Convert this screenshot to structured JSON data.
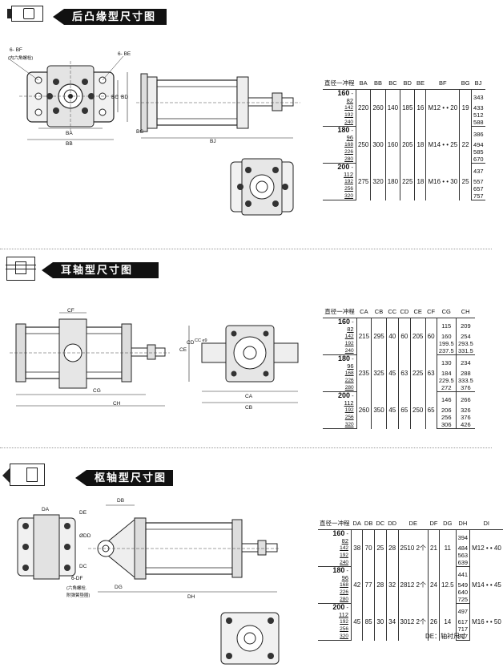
{
  "sections": [
    {
      "title": "后凸缘型尺寸图",
      "labels": {
        "bf": "6- BF",
        "bf_note": "(内六角螺栓)",
        "be": "6- BE",
        "ba": "BA",
        "bb": "BB",
        "bc": "BC",
        "bd": "BD",
        "bg": "BG",
        "bj": "BJ"
      },
      "table": {
        "headers": [
          "直径一冲程",
          "BA",
          "BB",
          "BC",
          "BD",
          "BE",
          "BF",
          "BG",
          "BJ"
        ],
        "groups": [
          {
            "bore": "160",
            "strokes": [
              "82",
              "142",
              "192",
              "240"
            ],
            "cols": [
              "220",
              "260",
              "140",
              "185",
              "16",
              "M12 • • 20",
              "19"
            ],
            "last": [
              "343",
              "433",
              "512",
              "588"
            ]
          },
          {
            "bore": "180",
            "strokes": [
              "96",
              "168",
              "226",
              "280"
            ],
            "cols": [
              "250",
              "300",
              "160",
              "205",
              "18",
              "M14 • • 25",
              "22"
            ],
            "last": [
              "386",
              "494",
              "585",
              "670"
            ]
          },
          {
            "bore": "200",
            "strokes": [
              "112",
              "192",
              "256",
              "320"
            ],
            "cols": [
              "275",
              "320",
              "180",
              "225",
              "18",
              "M16 • • 30",
              "25"
            ],
            "last": [
              "437",
              "557",
              "657",
              "757"
            ]
          }
        ]
      }
    },
    {
      "title": "耳轴型尺寸图",
      "labels": {
        "cf": "CF",
        "cg": "CG",
        "ch": "CH",
        "ce": "CE",
        "cd": "CD",
        "cc": "CC e9",
        "ca": "CA",
        "cb": "CB"
      },
      "table": {
        "headers": [
          "直径一冲程",
          "CA",
          "CB",
          "CC",
          "CD",
          "CE",
          "CF",
          "CG",
          "CH"
        ],
        "groups": [
          {
            "bore": "160",
            "strokes": [
              "82",
              "142",
              "192",
              "240"
            ],
            "cols": [
              "215",
              "295",
              "40",
              "60",
              "205",
              "60"
            ],
            "cg": [
              "115",
              "160",
              "199.5",
              "237.5"
            ],
            "ch": [
              "209",
              "254",
              "293.5",
              "331.5"
            ]
          },
          {
            "bore": "180",
            "strokes": [
              "96",
              "168",
              "226",
              "280"
            ],
            "cols": [
              "235",
              "325",
              "45",
              "63",
              "225",
              "63"
            ],
            "cg": [
              "130",
              "184",
              "229.5",
              "272"
            ],
            "ch": [
              "234",
              "288",
              "333.5",
              "376"
            ]
          },
          {
            "bore": "200",
            "strokes": [
              "112",
              "192",
              "256",
              "320"
            ],
            "cols": [
              "260",
              "350",
              "45",
              "65",
              "250",
              "65"
            ],
            "cg": [
              "146",
              "206",
              "256",
              "306"
            ],
            "ch": [
              "266",
              "326",
              "376",
              "426"
            ]
          }
        ]
      }
    },
    {
      "title": "枢轴型尺寸图",
      "labels": {
        "da": "DA",
        "db": "DB",
        "de": "DE",
        "dd": "ØDD",
        "dc": "DC",
        "df": "6-DF",
        "df_note1": "(六角螺栓.",
        "df_note2": "附弹簧垫圈)",
        "dg": "DG",
        "dh": "DH"
      },
      "table": {
        "headers": [
          "直径一冲程",
          "DA",
          "DB",
          "DC",
          "DD",
          "DE",
          "DF",
          "DG",
          "DH",
          "DI"
        ],
        "groups": [
          {
            "bore": "160",
            "strokes": [
              "82",
              "142",
              "192",
              "240"
            ],
            "cols": [
              "38",
              "70",
              "25",
              "28",
              "2510 2个",
              "21",
              "11"
            ],
            "dh": [
              "394",
              "484",
              "563",
              "639"
            ],
            "di": "M12 • • 40"
          },
          {
            "bore": "180",
            "strokes": [
              "96",
              "168",
              "226",
              "280"
            ],
            "cols": [
              "42",
              "77",
              "28",
              "32",
              "2812 2个",
              "24",
              "12.5"
            ],
            "dh": [
              "441",
              "549",
              "640",
              "725"
            ],
            "di": "M14 • • 45"
          },
          {
            "bore": "200",
            "strokes": [
              "112",
              "192",
              "256",
              "320"
            ],
            "cols": [
              "45",
              "85",
              "30",
              "34",
              "3012 2个",
              "26",
              "14"
            ],
            "dh": [
              "497",
              "617",
              "717",
              "817"
            ],
            "di": "M16 • • 50"
          }
        ]
      },
      "footnote": "DE：轴衬尺寸"
    }
  ]
}
